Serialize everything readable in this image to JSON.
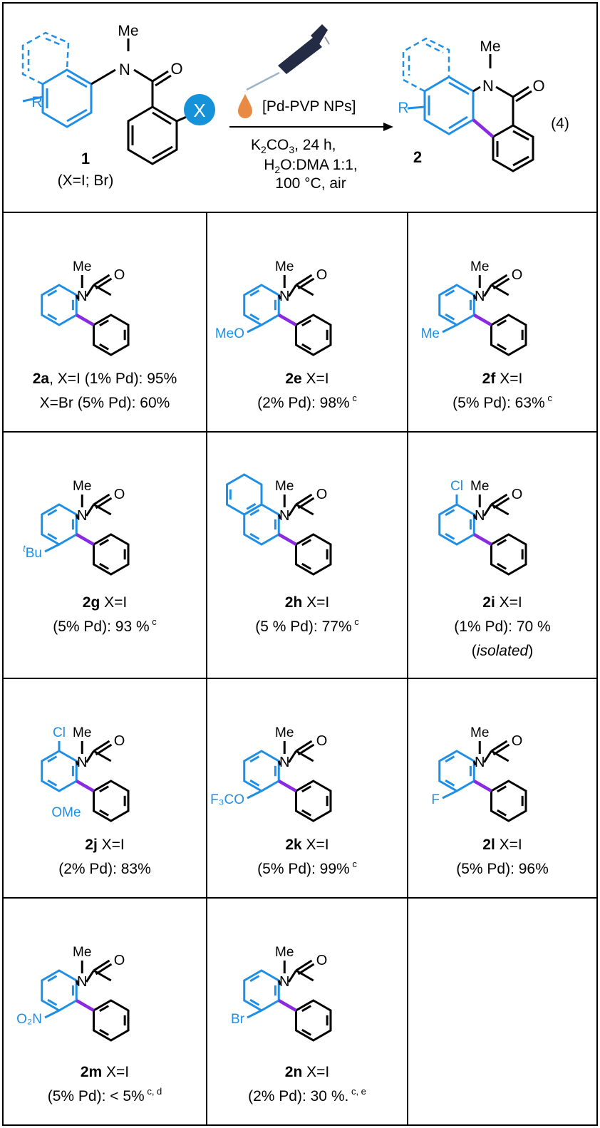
{
  "colors": {
    "blue": "#1f8fe6",
    "purple": "#8a2be2",
    "ink": "#000000",
    "badge": "#1592d8",
    "drop": "#e88a44"
  },
  "header": {
    "reagent": "[Pd-PVP NPs]",
    "conditions": [
      "24 h,",
      "H₂O:DMA 1:1,",
      "100 °C, air"
    ],
    "k2co3": {
      "base": "K",
      "sub1": "2",
      "mid": "CO",
      "sub2": "3"
    },
    "equation_label": "(4)",
    "reactant": {
      "number": "1",
      "note": "(X=I; Br)",
      "r_label": "R",
      "me_label": "Me",
      "x_label": "X",
      "o_label": "O",
      "n_label": "N"
    },
    "product": {
      "number": "2",
      "r_label": "R",
      "me_label": "Me",
      "o_label": "O",
      "n_label": "N"
    }
  },
  "compounds": [
    {
      "id": "2a",
      "sub": "",
      "lines": [
        ", X=I (1% Pd): 95%",
        "X=Br (5% Pd): 60%"
      ]
    },
    {
      "id": "2e",
      "sub": "MeO",
      "lines": [
        " X=I",
        "(2% Pd): 98%",
        "c"
      ]
    },
    {
      "id": "2f",
      "sub": "Me",
      "lines": [
        " X=I",
        "(5% Pd): 63%",
        "c"
      ]
    },
    {
      "id": "2g",
      "sub": "Bu",
      "sub_pre": "t",
      "lines": [
        " X=I",
        "(5% Pd): 93 %",
        "c"
      ]
    },
    {
      "id": "2h",
      "sub": "",
      "lines": [
        " X=I",
        "(5 % Pd): 77%",
        "c"
      ]
    },
    {
      "id": "2i",
      "sub": "Cl",
      "lines": [
        " X=I",
        "(1% Pd): 70 %",
        "isolated"
      ]
    },
    {
      "id": "2j",
      "sub": "Cl",
      "sub2": "OMe",
      "lines": [
        " X=I",
        "(2% Pd): 83%"
      ]
    },
    {
      "id": "2k",
      "sub": "F₃CO",
      "lines": [
        " X=I",
        "(5% Pd): 99%",
        "c"
      ]
    },
    {
      "id": "2l",
      "sub": "F",
      "lines": [
        " X=I",
        "(5% Pd): 96%"
      ]
    },
    {
      "id": "2m",
      "sub": "O₂N",
      "lines": [
        " X=I",
        "(5% Pd): < 5%",
        "c, d"
      ]
    },
    {
      "id": "2n",
      "sub": "Br",
      "lines": [
        " X=I",
        "(2% Pd): 30 %.",
        "c, e"
      ]
    }
  ],
  "labels": {
    "me": "Me",
    "n": "N",
    "o": "O"
  }
}
